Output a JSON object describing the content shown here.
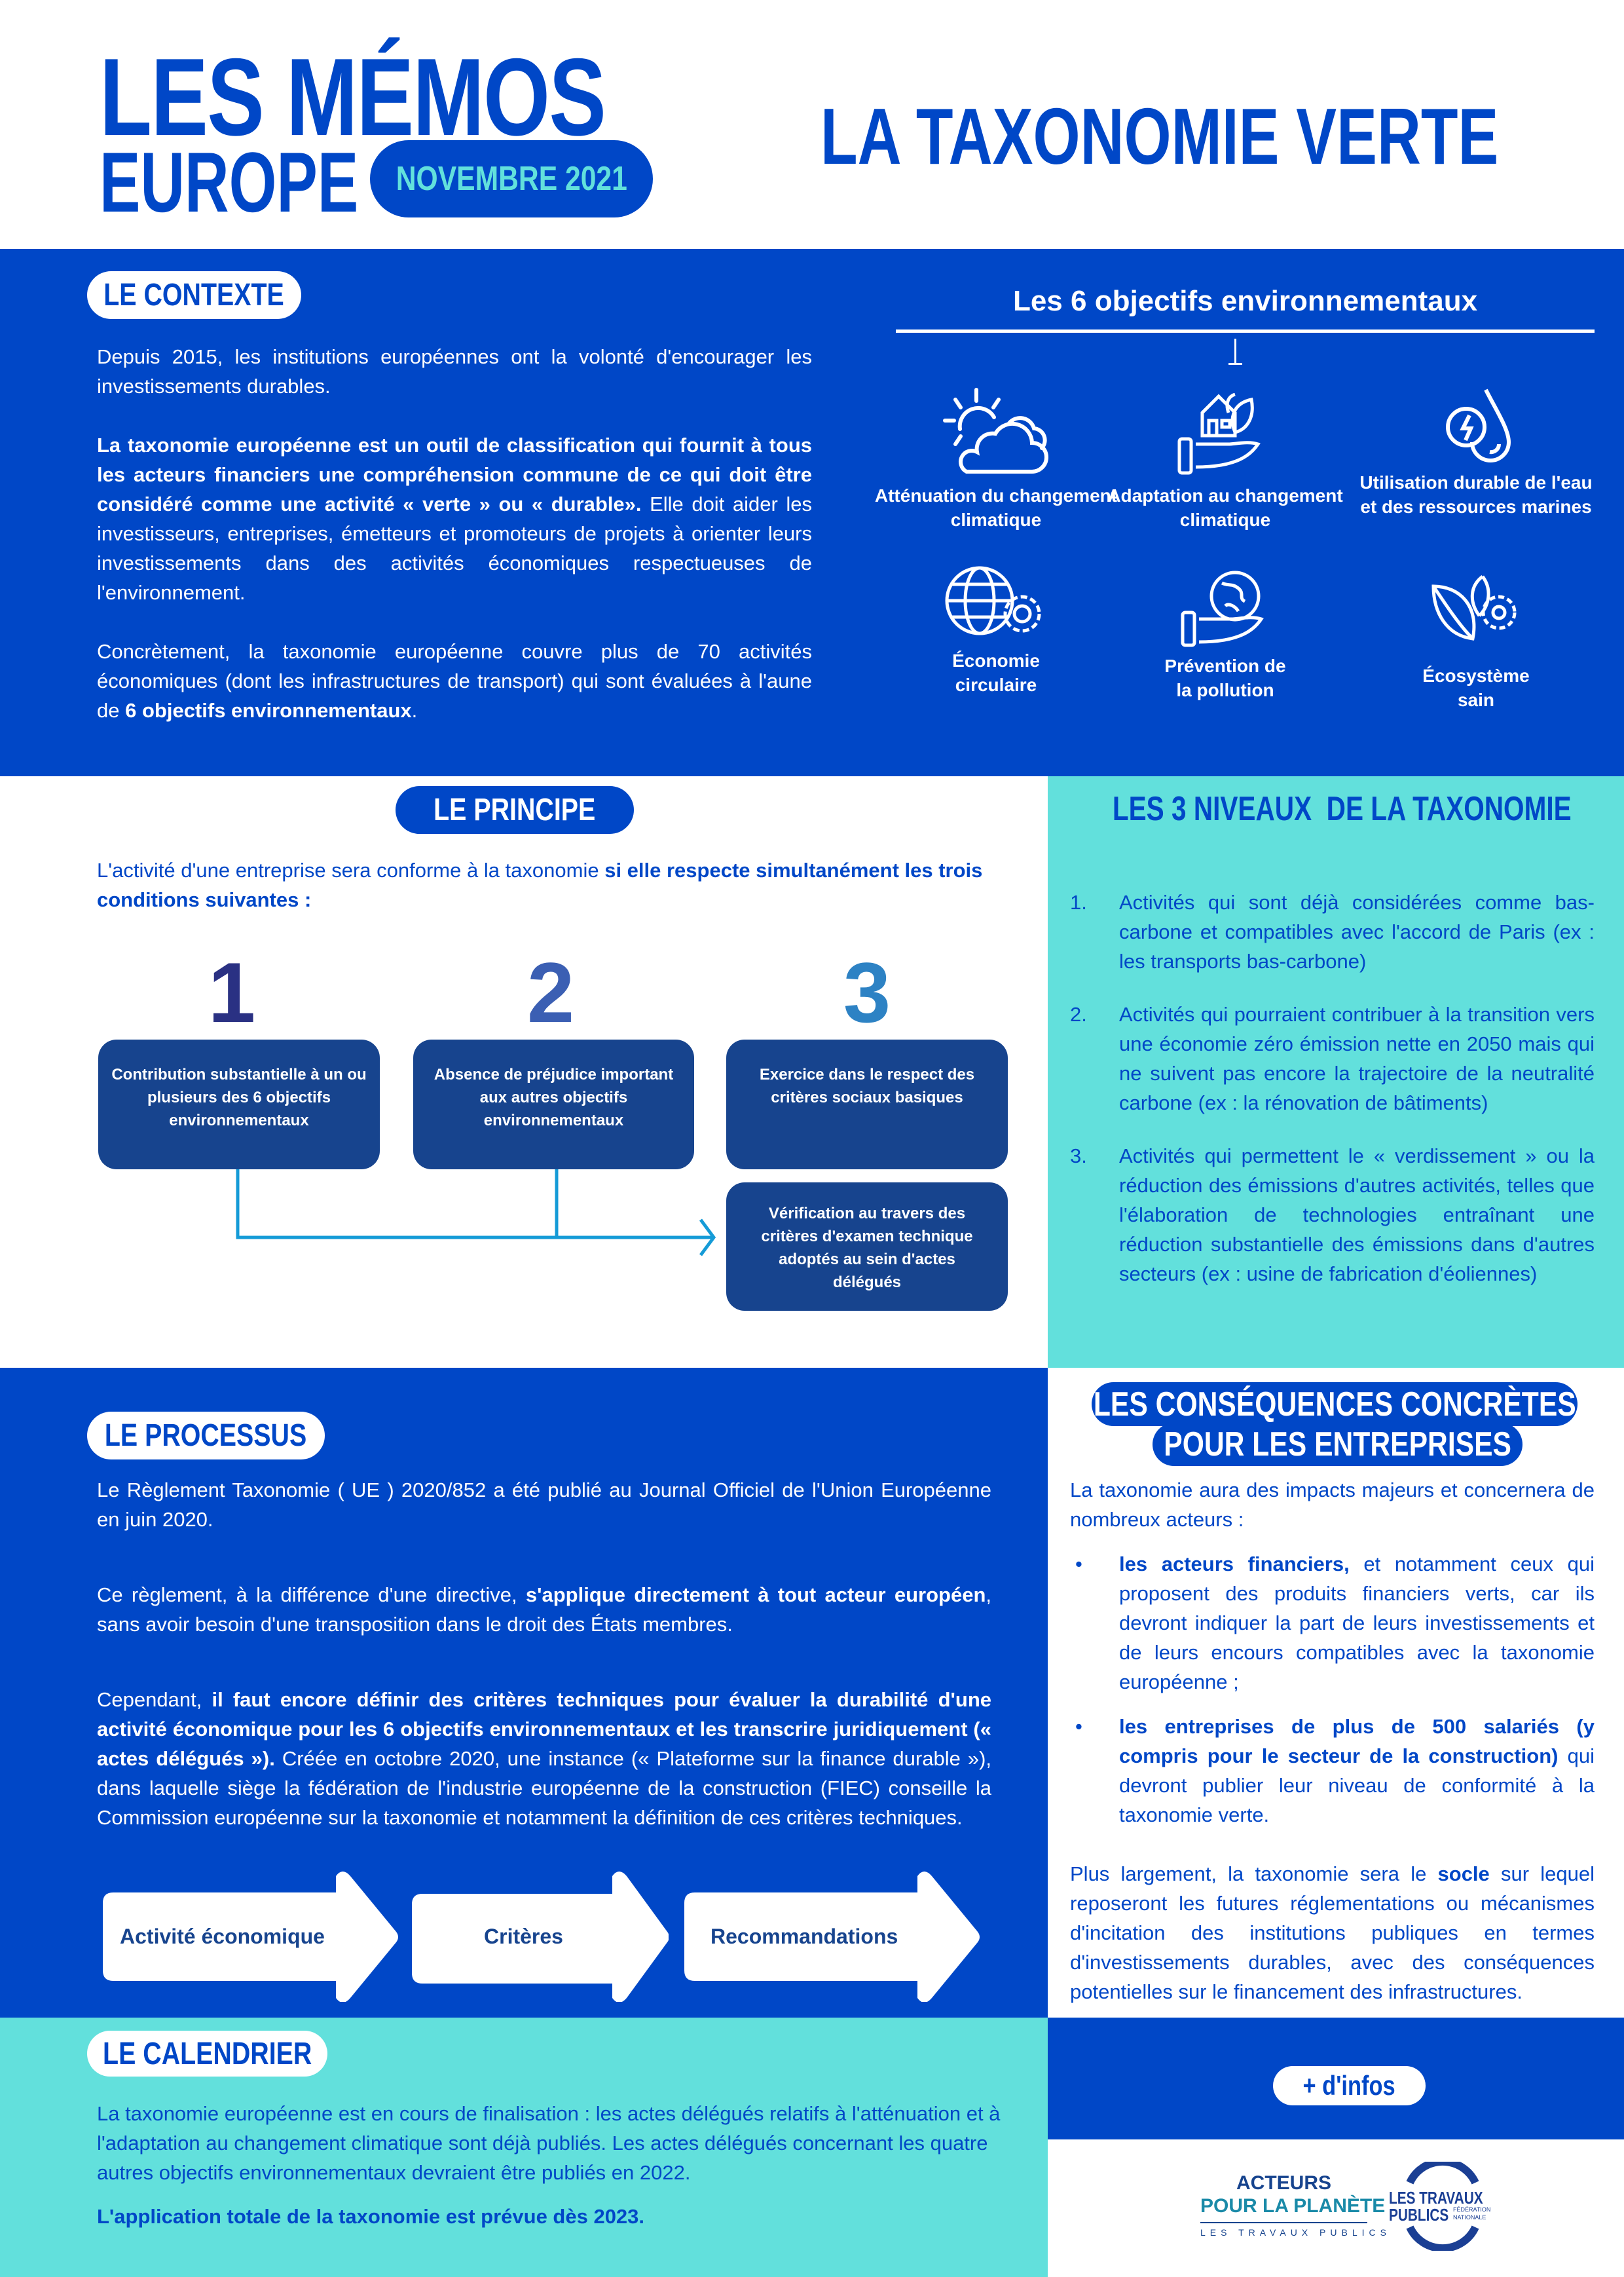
{
  "header": {
    "brand_line1": "LES MÉMOS",
    "brand_line2": "EUROPE",
    "date": "NOVEMBRE 2021",
    "title": "LA TAXONOMIE VERTE"
  },
  "contexte": {
    "heading": "LE CONTEXTE",
    "p1": "Depuis 2015, les institutions européennes ont la volonté d'encourager les investissements durables.",
    "p2_bold": "La taxonomie européenne est un outil de classification qui fournit à tous les acteurs financiers une compréhension commune de ce qui doit être considéré comme une activité « verte » ou « durable».",
    "p2_rest": " Elle doit aider les investisseurs, entreprises, émetteurs et promoteurs de projets à orienter leurs investissements dans des activités économiques respectueuses de l'environnement.",
    "p3": "Concrètement, la taxonomie européenne couvre plus de 70 activités économiques (dont les infrastructures de transport) qui sont évaluées à l'aune de ",
    "p3_bold": "6 objectifs environnementaux",
    "p3_end": "."
  },
  "objectifs": {
    "title": "Les 6 objectifs environnementaux",
    "items": [
      {
        "label": "Atténuation du changement climatique",
        "icon": "sun-cloud-icon"
      },
      {
        "label": "Adaptation au changement climatique",
        "icon": "hand-house-leaf-icon"
      },
      {
        "label": "Utilisation durable de l'eau et des ressources marines",
        "icon": "water-drop-energy-icon"
      },
      {
        "label": "Économie circulaire",
        "icon": "globe-gear-icon"
      },
      {
        "label": "Prévention de la pollution",
        "icon": "hand-globe-icon"
      },
      {
        "label": "Écosystème sain",
        "icon": "leaf-gear-icon"
      }
    ]
  },
  "principe": {
    "heading": "LE PRINCIPE",
    "intro": "L'activité d'une entreprise sera conforme à la taxonomie ",
    "intro_bold": "si elle respecte simultanément les trois conditions suivantes :",
    "numbers": [
      "1",
      "2",
      "3"
    ],
    "conditions": [
      "Contribution substantielle à un ou plusieurs des 6 objectifs environnementaux",
      "Absence de préjudice important aux autres objectifs environnementaux",
      "Exercice dans le respect des critères sociaux basiques"
    ],
    "verification": "Vérification au travers des critères d'examen technique adoptés au sein d'actes délégués"
  },
  "niveaux": {
    "heading": "LES 3 NIVEAUX  DE LA TAXONOMIE",
    "items": [
      {
        "n": "1.",
        "text": "Activités qui sont déjà considérées comme bas-carbone et compatibles avec l'accord de Paris (ex : les transports bas-carbone)"
      },
      {
        "n": "2.",
        "text": "Activités qui pourraient contribuer à la transition vers une économie zéro émission nette en 2050 mais qui ne suivent pas encore la trajectoire de la neutralité carbone (ex : la rénovation de bâtiments)"
      },
      {
        "n": "3.",
        "text": "Activités qui permettent le « verdissement » ou la réduction des émissions d'autres activités, telles que l'élaboration de technologies entraînant une réduction substantielle des émissions dans d'autres secteurs (ex : usine de fabrication d'éoliennes)"
      }
    ]
  },
  "processus": {
    "heading": "LE PROCESSUS",
    "p1": "Le Règlement Taxonomie ( UE ) 2020/852 a été publié au Journal Officiel de l'Union Européenne en juin 2020.",
    "p2": "Ce règlement, à la différence d'une directive, ",
    "p2_bold": "s'applique directement à tout acteur européen",
    "p2_end": ", sans avoir besoin d'une transposition dans le droit des États membres.",
    "p3": "Cependant, ",
    "p3_bold": "il faut encore définir des critères techniques pour évaluer la durabilité d'une activité économique pour les 6 objectifs environnementaux et les transcrire juridiquement (« actes délégués »).",
    "p3_end": " Créée en octobre 2020, une instance (« Plateforme sur la finance durable »), dans laquelle siège la fédération de l'industrie européenne de la construction (FIEC) conseille la Commission européenne sur la taxonomie et notamment la définition de ces critères techniques.",
    "steps": [
      "Activité économique",
      "Critères",
      "Recommandations"
    ]
  },
  "calendrier": {
    "heading": "LE CALENDRIER",
    "text": "La taxonomie européenne est en cours de finalisation : les actes délégués relatifs à l'atténuation et à l'adaptation au changement climatique sont déjà publiés. Les actes délégués concernant les quatre autres objectifs environnementaux devraient être publiés en 2022.",
    "bold": "L'application totale de la taxonomie est prévue dès 2023."
  },
  "consequences": {
    "heading_line1": "LES CONSÉQUENCES CONCRÈTES",
    "heading_line2": "POUR LES ENTREPRISES",
    "intro": "La taxonomie aura des impacts majeurs et concernera de nombreux acteurs :",
    "bullet_symbol": "•",
    "b1_bold": "les acteurs financiers,",
    "b1": " et notamment ceux qui proposent des produits financiers verts, car ils devront indiquer la part de leurs investissements et de leurs encours compatibles avec la taxonomie européenne ;",
    "b2_bold": "les entreprises de plus de 500 salariés (y compris pour le secteur de la construction)",
    "b2": " qui devront publier leur niveau de conformité à la taxonomie verte.",
    "outro": "Plus largement, la taxonomie sera le ",
    "outro_bold": "socle",
    "outro_end": " sur lequel reposeront les futures réglementations ou mécanismes d'incitation des institutions publiques en termes d'investissements durables, avec des conséquences potentielles sur le financement des infrastructures."
  },
  "infos": {
    "label": "+ d'infos"
  },
  "logos": {
    "acteurs_line1": "ACTEURS",
    "acteurs_line2": "POUR LA PLANÈTE",
    "acteurs_line3": "LES TRAVAUX PUBLICS",
    "tp_line1": "LES TRAVAUX",
    "tp_line2": "PUBLICS",
    "tp_sub1": "FÉDÉRATION",
    "tp_sub2": "NATIONALE"
  },
  "colors": {
    "blue": "#0047c7",
    "cyan": "#62e0dc",
    "dark_box": "#17448e",
    "number": "#2a3183",
    "connector": "#159bd7"
  }
}
